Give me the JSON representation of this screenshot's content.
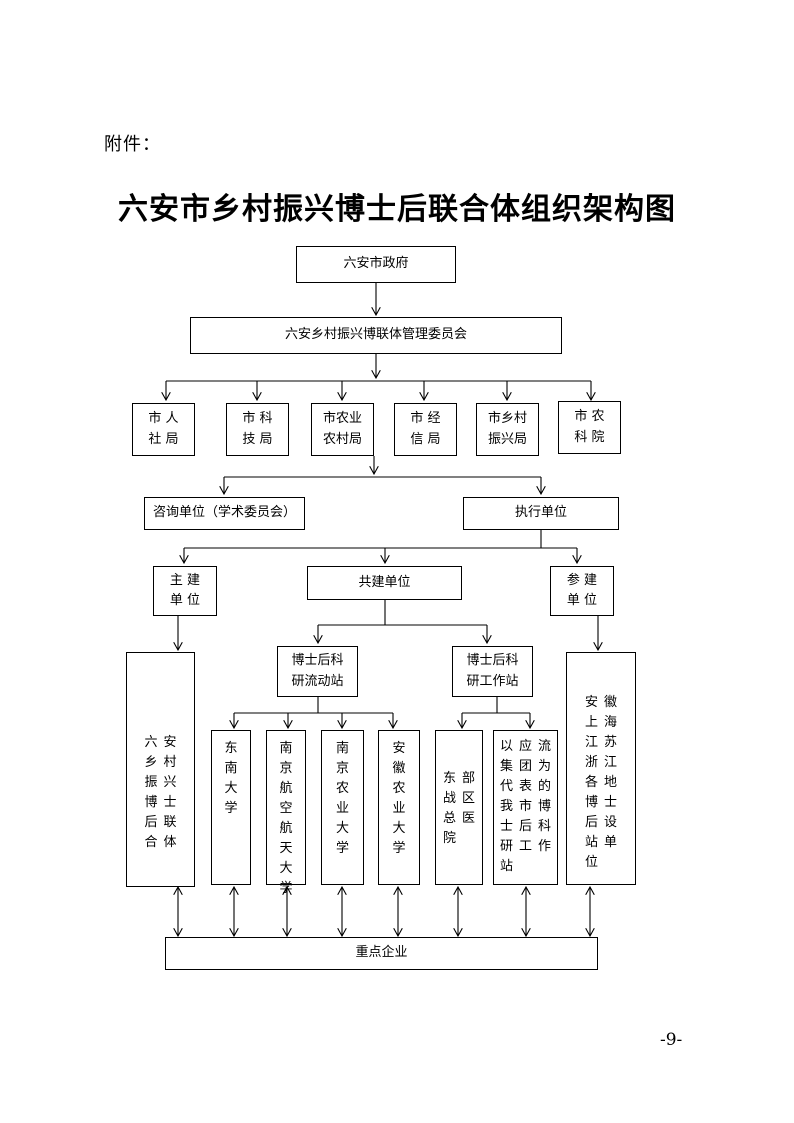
{
  "page": {
    "attachment_label": "附件：",
    "title": "六安市乡村振兴博士后联合体组织架构图",
    "page_number": "-9-"
  },
  "nodes": {
    "gov": "六安市政府",
    "committee": "六安乡村振兴博联体管理委员会",
    "bureaus": [
      [
        "市 人",
        "社 局"
      ],
      [
        "市 科",
        "技 局"
      ],
      [
        "市农业",
        "农村局"
      ],
      [
        "市 经",
        "信 局"
      ],
      [
        "市乡村",
        "振兴局"
      ],
      [
        "市 农",
        "科 院"
      ]
    ],
    "consult": "咨询单位（学术委员会）",
    "exec": "执行单位",
    "lead": [
      "主 建",
      "单 位"
    ],
    "cobuild": "共建单位",
    "participate": [
      "参 建",
      "单 位"
    ],
    "mobile_station": [
      "博士后科",
      "研流动站"
    ],
    "work_station": [
      "博士后科",
      "研工作站"
    ],
    "alliance_cols": [
      "六乡振博后合",
      "安村兴士联体"
    ],
    "universities": [
      [
        "东南大学"
      ],
      [
        "南京航空航天大学"
      ],
      [
        "南京农业大学"
      ],
      [
        "安徽农业大学"
      ]
    ],
    "hospital_cols": [
      "东战总院",
      "部区医"
    ],
    "group_cols": [
      "以集代我士研站",
      "应团表市后工",
      "流为的博科作"
    ],
    "regional_cols": [
      "安上江浙各博后站位",
      "徽海苏江地士设单"
    ],
    "enterprise": "重点企业"
  }
}
